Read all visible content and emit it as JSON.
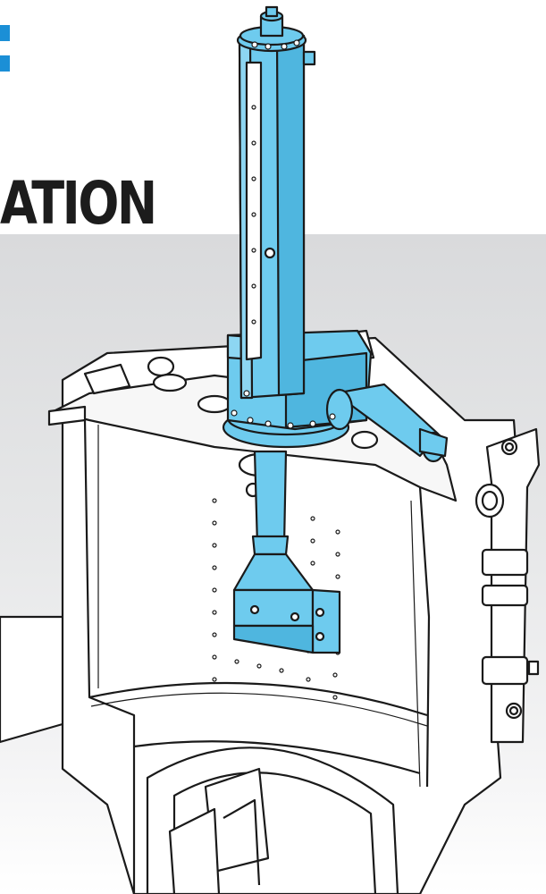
{
  "headline": {
    "text": "ATION"
  },
  "colors": {
    "accent": "#1b8fd6",
    "part_fill": "#6ecbee",
    "line": "#1a1a1a",
    "housing_fill": "#ffffff",
    "background_panel": "#e2e3e4"
  },
  "labels": {
    "cylinder": "lifting-cylinder",
    "gearbox": "gearbox-housing",
    "drive_shaft": "horizontal-drive-shaft",
    "paddle": "mixing-paddle",
    "vessel": "vessel-housing"
  }
}
